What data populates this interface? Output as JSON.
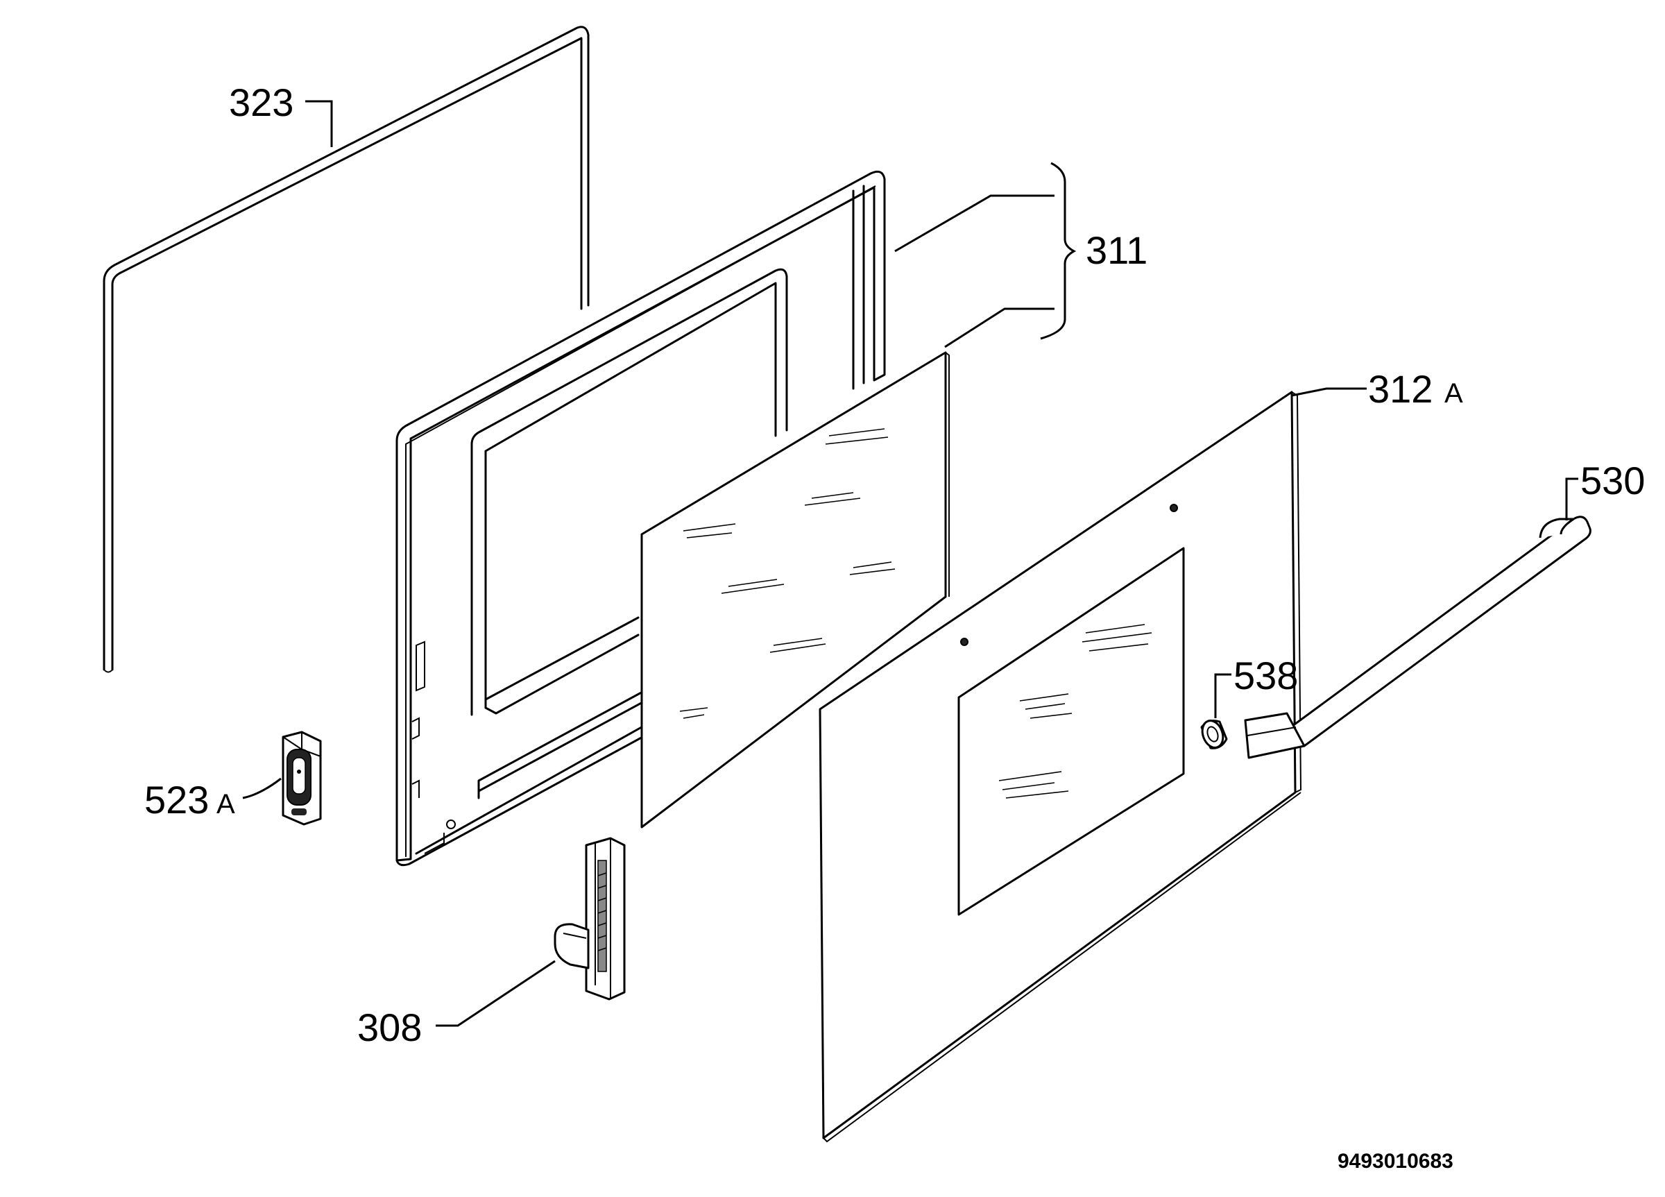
{
  "labels": {
    "p323": "323",
    "p311": "311",
    "p312a": "312",
    "p312a_suffix": "A",
    "p530": "530",
    "p538": "538",
    "p523a": "523",
    "p523a_suffix": "A",
    "p308": "308"
  },
  "drawing_number": "9493010683",
  "colors": {
    "line": "#000000",
    "background": "#ffffff"
  }
}
